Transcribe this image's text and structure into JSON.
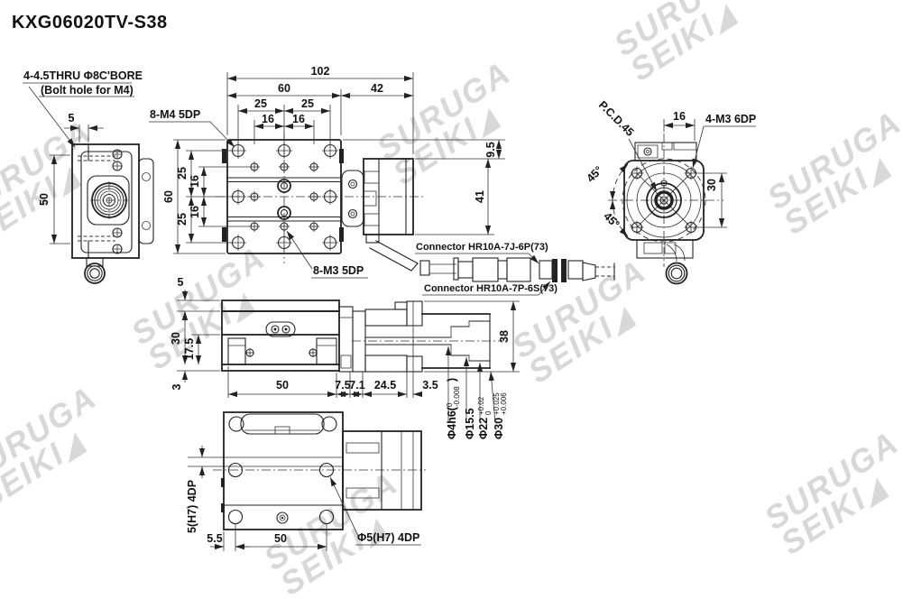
{
  "title": "KXG06020TV-S38",
  "watermark": {
    "line1": "SURUGA",
    "line2": "SEIKI",
    "tri": "◢"
  },
  "labels": {
    "bolt_hole_1": "4-4.5THRU Φ8C'BORE",
    "bolt_hole_2": "(Bolt hole for M4)",
    "m4_holes": "8-M4 5DP",
    "m3_holes": "8-M3 5DP",
    "m3_face": "4-M3 6DP",
    "pcd": "P.C.D.45",
    "connector_plug": "Connector HR10A-7J-6P(73)",
    "connector_socket": "Connector HR10A-7P-6S(73)",
    "phi5_pin": "Φ5(H7) 4DP",
    "pin_groove": "5(H7) 4DP"
  },
  "dims": {
    "lv_5": "5",
    "lv_50": "50",
    "tv_102": "102",
    "tv_60": "60",
    "tv_42": "42",
    "tv_25a": "25",
    "tv_25b": "25",
    "tv_16a": "16",
    "tv_16b": "16",
    "tv_h60": "60",
    "tv_v25a": "25",
    "tv_v16a": "16",
    "tv_v16b": "16",
    "tv_v25b": "25",
    "tv_95": "9.5",
    "tv_41": "41",
    "rv_16": "16",
    "rv_30": "30",
    "rv_45a": "45°",
    "rv_45b": "45°",
    "sc_5": "5",
    "sc_30": "30",
    "sc_175": "17.5",
    "sc_3": "3",
    "sc_50": "50",
    "sc_75": "7.5",
    "sc_71": "7.1",
    "sc_245": "24.5",
    "sc_35": "3.5",
    "sc_38": "38",
    "d1_main": "Φ4h6(",
    "d1_up": "0",
    "d1_dn": "-0.008",
    "d1_close": ")",
    "d2": "Φ15.5",
    "d3_main": "Φ22",
    "d3_up": "+0.02",
    "d3_dn": "0",
    "d4_main": "Φ30",
    "d4_up": "+0.025",
    "d4_dn": "+0.006",
    "bv_55": "5.5",
    "bv_50": "50"
  }
}
